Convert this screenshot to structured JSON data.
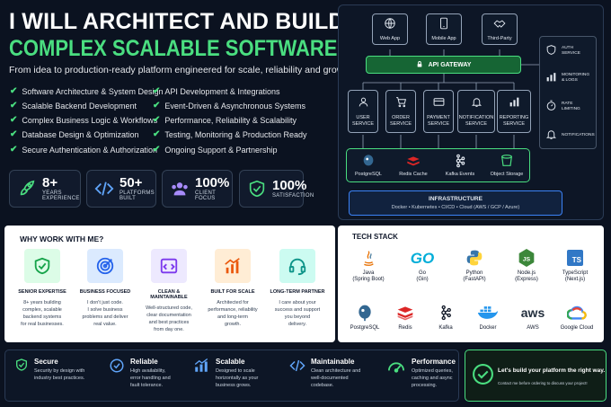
{
  "hero": {
    "title_line1": "I WILL ARCHITECT AND BUILD YOUR",
    "title_line2": "COMPLEX SCALABLE SOFTWARE PLATFORM",
    "tagline": "From idea to production-ready platform engineered for scale, reliability and growth."
  },
  "features_left": [
    "Software Architecture & System Design",
    "Scalable Backend Development",
    "Complex Business Logic & Workflows",
    "Database Design & Optimization",
    "Secure Authentication & Authorization"
  ],
  "features_right": [
    "API Development & Integrations",
    "Event-Driven & Asynchronous Systems",
    "Performance, Reliability & Scalability",
    "Testing, Monitoring & Production Ready",
    "Ongoing Support & Partnership"
  ],
  "stats": [
    {
      "value": "8+",
      "label": "YEARS EXPERIENCE",
      "icon": "rocket-icon"
    },
    {
      "value": "50+",
      "label": "PLATFORMS BUILT",
      "icon": "code-icon"
    },
    {
      "value": "100%",
      "label": "CLIENT FOCUS",
      "icon": "users-icon"
    },
    {
      "value": "100%",
      "label": "SATISFACTION",
      "icon": "shield-check-icon"
    }
  ],
  "architecture": {
    "clients": [
      "Web App",
      "Mobile App",
      "Third-Party"
    ],
    "gateway": "API GATEWAY",
    "services": [
      [
        "USER",
        "SERVICE"
      ],
      [
        "ORDER",
        "SERVICE"
      ],
      [
        "PAYMENT",
        "SERVICE"
      ],
      [
        "NOTIFICATION",
        "SERVICE"
      ],
      [
        "REPORTING",
        "SERVICE"
      ]
    ],
    "data_stores": [
      "PostgreSQL",
      "Redis Cache",
      "Kafka Events",
      "Object Storage"
    ],
    "infrastructure_title": "INFRASTRUCTURE",
    "infrastructure_items": "Docker  •  Kubernetes  •  CI/CD  •  Cloud (AWS / GCP / Azure)",
    "side_items": [
      [
        "AUTH",
        "SERVICE"
      ],
      [
        "MONITORING",
        "& LOGS"
      ],
      [
        "RATE",
        "LIMITING"
      ],
      [
        "NOTIFICATIONS",
        ""
      ]
    ]
  },
  "why": {
    "title": "WHY WORK WITH ME?",
    "items": [
      {
        "title": "SENIOR EXPERTISE",
        "desc": [
          "8+ years building",
          "complex, scalable",
          "backend systems",
          "for real businesses."
        ],
        "icon": "shield-check-icon",
        "color": "#dcfce7",
        "stroke": "#16a34a"
      },
      {
        "title": "BUSINESS FOCUSED",
        "desc": [
          "I don't just code.",
          "I solve business",
          "problems and deliver",
          "real value."
        ],
        "icon": "target-icon",
        "color": "#dbeafe",
        "stroke": "#2563eb"
      },
      {
        "title": "CLEAN & MAINTAINABLE",
        "desc": [
          "Well-structured code,",
          "clear documentation",
          "and best practices",
          "from day one."
        ],
        "icon": "code-window-icon",
        "color": "#ede9fe",
        "stroke": "#7c3aed"
      },
      {
        "title": "BUILT FOR SCALE",
        "desc": [
          "Architected for",
          "performance, reliability",
          "and long-term",
          "growth."
        ],
        "icon": "growth-chart-icon",
        "color": "#ffedd5",
        "stroke": "#ea580c"
      },
      {
        "title": "LONG-TERM PARTNER",
        "desc": [
          "I care about your",
          "success and support",
          "you beyond",
          "delivery."
        ],
        "icon": "headset-icon",
        "color": "#ccfbf1",
        "stroke": "#0d9488"
      }
    ]
  },
  "tech": {
    "title": "TECH STACK",
    "row1": [
      {
        "name": "Java",
        "sub": "(Spring Boot)",
        "icon": "java-icon"
      },
      {
        "name": "Go",
        "sub": "(Gin)",
        "icon": "go-icon"
      },
      {
        "name": "Python",
        "sub": "(FastAPI)",
        "icon": "python-icon"
      },
      {
        "name": "Node.js",
        "sub": "(Express)",
        "icon": "nodejs-icon"
      },
      {
        "name": "TypeScript",
        "sub": "(Next.js)",
        "icon": "typescript-icon"
      }
    ],
    "row2": [
      {
        "name": "PostgreSQL",
        "icon": "postgresql-icon"
      },
      {
        "name": "Redis",
        "icon": "redis-icon"
      },
      {
        "name": "Kafka",
        "icon": "kafka-icon"
      },
      {
        "name": "Docker",
        "icon": "docker-icon"
      },
      {
        "name": "AWS",
        "icon": "aws-icon"
      },
      {
        "name": "Google Cloud",
        "icon": "google-cloud-icon"
      }
    ],
    "logo_text": {
      "go": "GO",
      "aws": "aws",
      "ts": "TS",
      "js": "JS"
    }
  },
  "bottom": [
    {
      "title": "Secure",
      "desc": [
        "Security by design with",
        "industry best practices."
      ],
      "icon": "shield-icon"
    },
    {
      "title": "Reliable",
      "desc": [
        "High availability,",
        "error handling and",
        "fault tolerance."
      ],
      "icon": "check-circle-icon"
    },
    {
      "title": "Scalable",
      "desc": [
        "Designed to scale",
        "horizontally as your",
        "business grows."
      ],
      "icon": "bar-chart-icon"
    },
    {
      "title": "Maintainable",
      "desc": [
        "Clean architecture and",
        "well-documented",
        "codebase."
      ],
      "icon": "code-icon"
    },
    {
      "title": "Performance",
      "desc": [
        "Optimized queries,",
        "caching and async",
        "processing."
      ],
      "icon": "speedometer-icon"
    }
  ],
  "cta": {
    "title": "Let's build your platform the right way.",
    "subtitle": "Contact me before ordering to discuss your project!"
  },
  "colors": {
    "accent": "#4ade80",
    "background": "#0b1220",
    "infra": "#3b82f6"
  }
}
